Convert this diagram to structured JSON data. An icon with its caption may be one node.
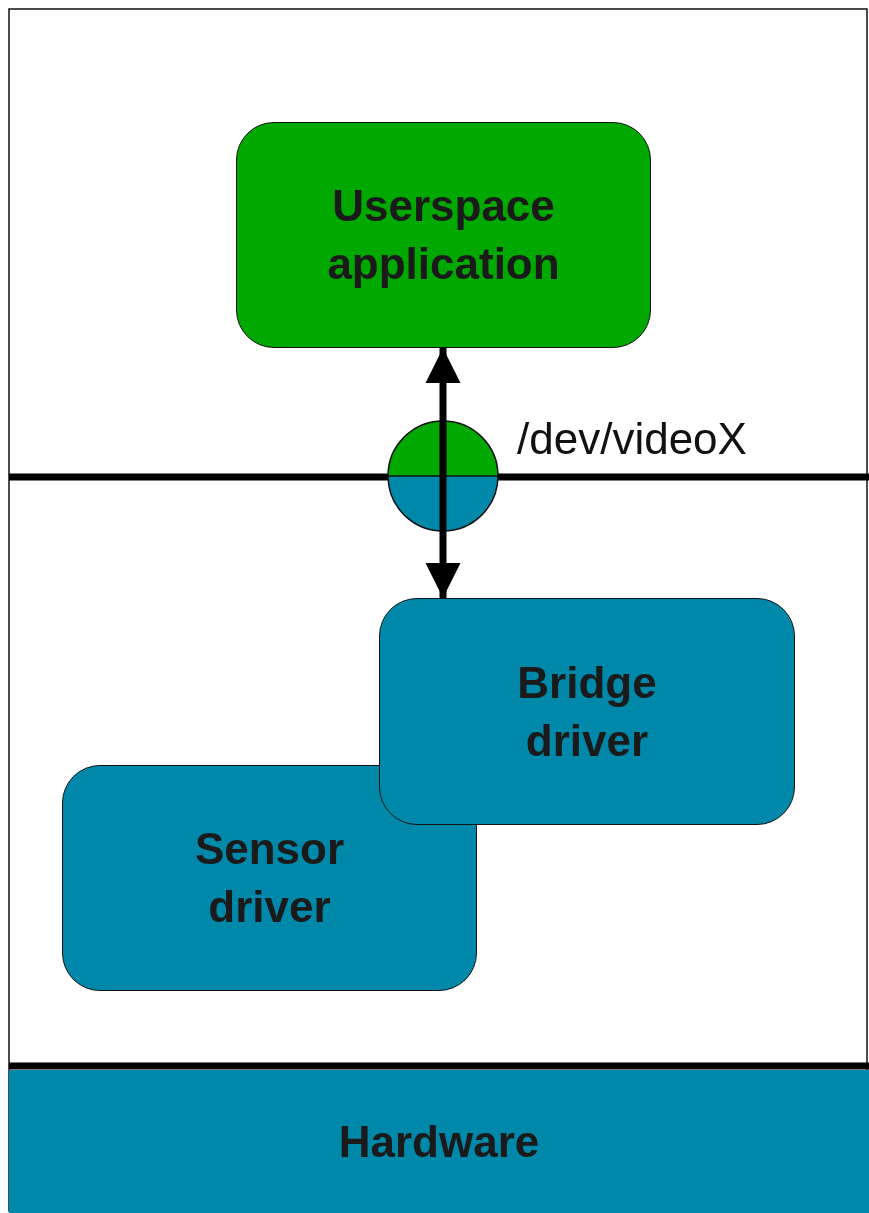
{
  "diagram": {
    "nodes": [
      {
        "text": [
          "Userspace application"
        ]
      },
      {
        "text": [],
        "shape": "circle",
        "beside": [
          "/dev/videoX"
        ]
      },
      {
        "text": [
          "Bridge driver"
        ]
      },
      {
        "text": [
          "Sensor driver"
        ]
      },
      {
        "text": [
          "Hardware"
        ]
      }
    ],
    "edges": [
      {
        "from": 1,
        "to": 0,
        "arrow": "to"
      },
      {
        "from": 1,
        "to": 2,
        "arrow": "to"
      }
    ]
  }
}
